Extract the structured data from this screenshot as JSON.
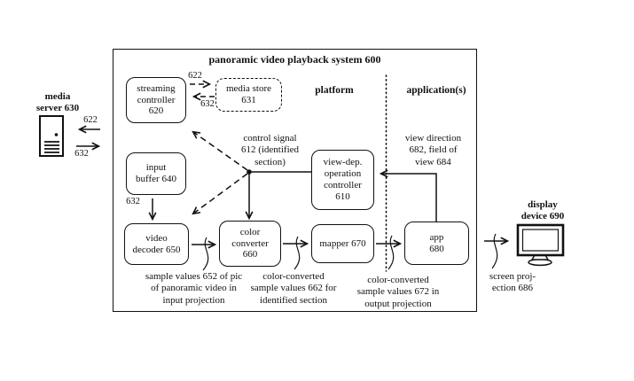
{
  "figure": {
    "title": "panoramic  video playback system 600",
    "regions": {
      "platform_label": "platform",
      "applications_label": "application(s)"
    },
    "external": {
      "media_server_label": "media\nserver 630",
      "display_device_label": "display\ndevice 690",
      "screen_projection_label": "screen proj-\nection 686",
      "server_in_label": "622",
      "server_out_label": "632"
    },
    "boxes": {
      "streaming_controller": "streaming\ncontroller\n620",
      "media_store": "media store\n631",
      "input_buffer": "input\nbuffer 640",
      "video_decoder": "video\ndecoder 650",
      "color_converter": "color\nconverter\n660",
      "mapper": "mapper 670",
      "view_dep_controller": "view-dep.\noperation\ncontroller\n610",
      "app": "app\n680"
    },
    "annotations": {
      "store_up_label": "622",
      "store_down_label": "632",
      "buffer_arrow_label": "632",
      "control_signal": "control signal\n612 (identified\nsection)",
      "view_direction": "view direction\n682, field of\nview 684",
      "samples_652": "sample values 652 of pic\nof panoramic video in\ninput projection",
      "samples_662": "color-converted\nsample values 662 for\nidentified section",
      "samples_672": "color-converted\nsample values 672 in\noutput projection"
    },
    "colors": {
      "ink": "#111111",
      "background": "#ffffff"
    }
  }
}
